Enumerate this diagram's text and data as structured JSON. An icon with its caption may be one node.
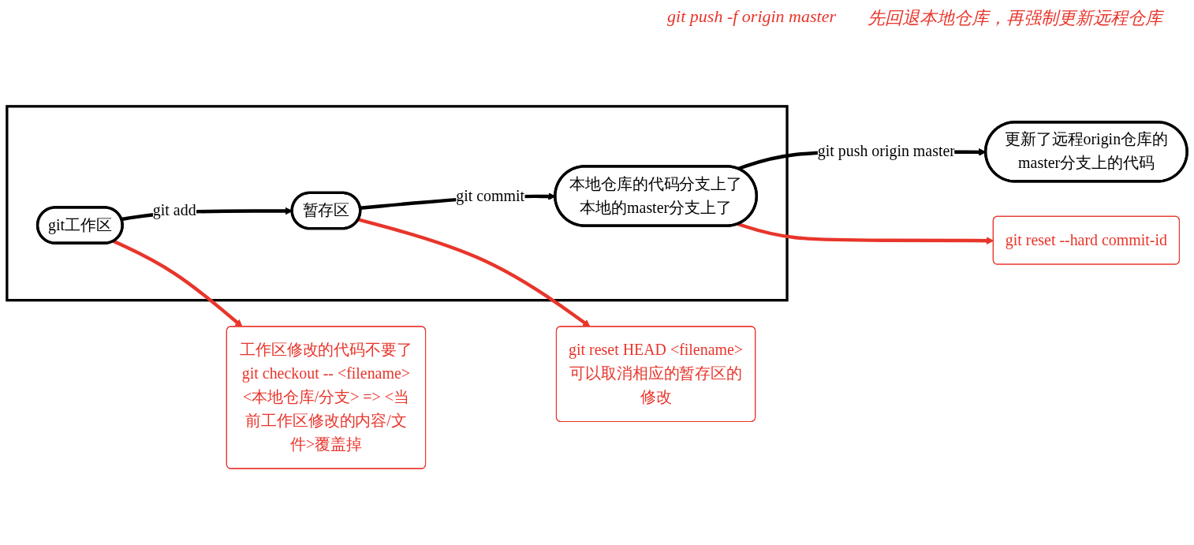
{
  "diagram": {
    "nodes": [
      {
        "text": [],
        "shape": "box"
      },
      {
        "text": [
          "git工作区"
        ],
        "in": 0
      },
      {
        "text": [
          "暂存区"
        ],
        "in": 0
      },
      {
        "text": [
          "本地仓库的代码分支上了本地的master分支上了"
        ],
        "in": 0
      },
      {
        "text": [
          "更新了远程origin仓库的master分支上的代码"
        ]
      },
      {
        "text": [
          "工作区修改的代码不要了",
          "git checkout -- <filename>",
          "<本地仓库/分支> => <当前工作区修改的内容/文件>覆盖掉"
        ]
      },
      {
        "text": [
          "git reset HEAD <filename>",
          "可以取消相应的暂存区的修改"
        ]
      },
      {
        "text": [
          "git reset --hard commit-id"
        ]
      }
    ],
    "edges": [
      {
        "from": 1,
        "to": 2,
        "arrow": "to",
        "label": "git add"
      },
      {
        "from": 2,
        "to": 3,
        "arrow": "to",
        "label": "git commit"
      },
      {
        "from": 3,
        "to": 4,
        "arrow": "to",
        "label": "git push origin master"
      },
      {
        "from": 1,
        "to": 5,
        "arrow": "to",
        "color": "#e8352b"
      },
      {
        "from": 2,
        "to": 6,
        "arrow": "to",
        "color": "#e8352b"
      },
      {
        "from": 3,
        "to": 7,
        "arrow": "to",
        "color": "#e8352b"
      }
    ],
    "labels": [
      "git push -f origin master",
      "先回退本地仓库，再强制更新远程仓库"
    ]
  }
}
